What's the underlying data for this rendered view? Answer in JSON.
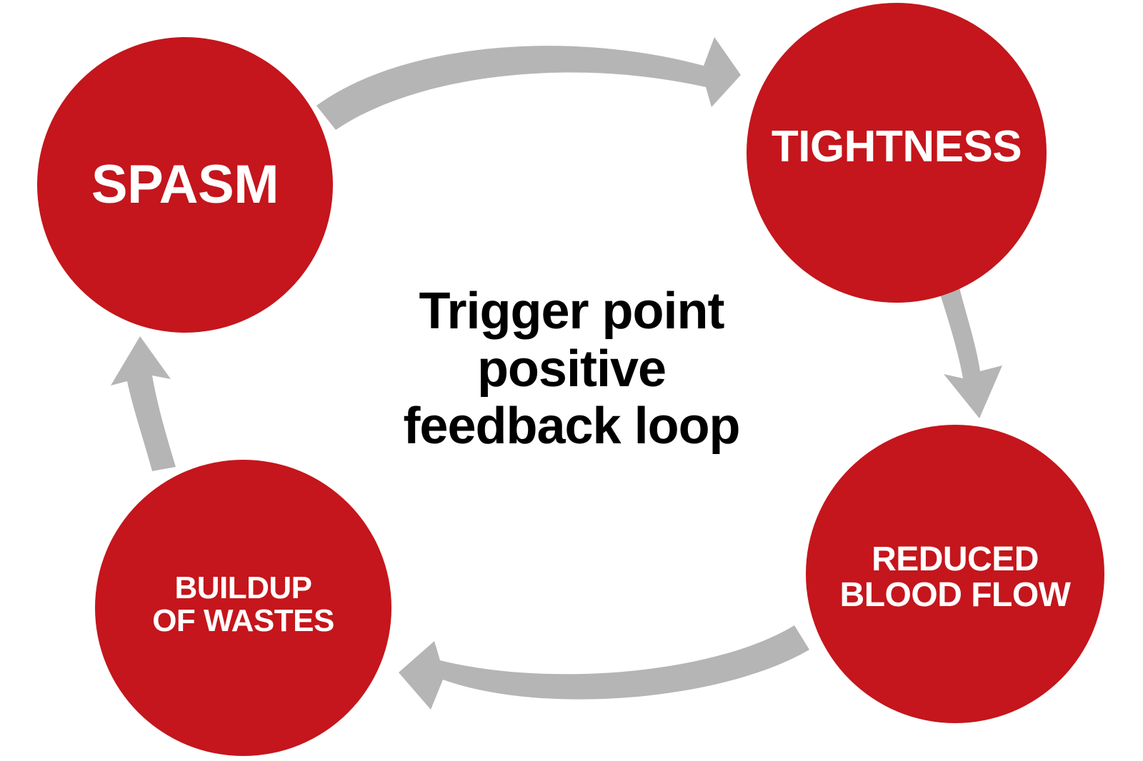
{
  "diagram": {
    "title_lines": [
      "Trigger point",
      "positive",
      "feedback loop"
    ],
    "colors": {
      "node_fill": "#C4161C",
      "node_text": "#FFFFFF",
      "arrow": "#B5B5B5",
      "caption_text": "#000000",
      "background": "#FFFFFF"
    },
    "nodes": [
      {
        "id": "spasm",
        "label": "SPASM",
        "position": "top-left"
      },
      {
        "id": "tightness",
        "label": "TIGHTNESS",
        "position": "top-right"
      },
      {
        "id": "reduced-blood-flow",
        "label_line1": "REDUCED",
        "label_line2": "BLOOD FLOW",
        "position": "bottom-right"
      },
      {
        "id": "buildup-of-wastes",
        "label_line1": "BUILDUP",
        "label_line2": "OF WASTES",
        "position": "bottom-left"
      }
    ],
    "arrows": [
      {
        "id": "spasm-to-tightness",
        "from": "spasm",
        "to": "tightness",
        "direction": "right"
      },
      {
        "id": "tightness-to-reduced-blood-flow",
        "from": "tightness",
        "to": "reduced-blood-flow",
        "direction": "down"
      },
      {
        "id": "reduced-blood-flow-to-buildup",
        "from": "reduced-blood-flow",
        "to": "buildup-of-wastes",
        "direction": "left"
      },
      {
        "id": "buildup-to-spasm",
        "from": "buildup-of-wastes",
        "to": "spasm",
        "direction": "up"
      }
    ]
  }
}
